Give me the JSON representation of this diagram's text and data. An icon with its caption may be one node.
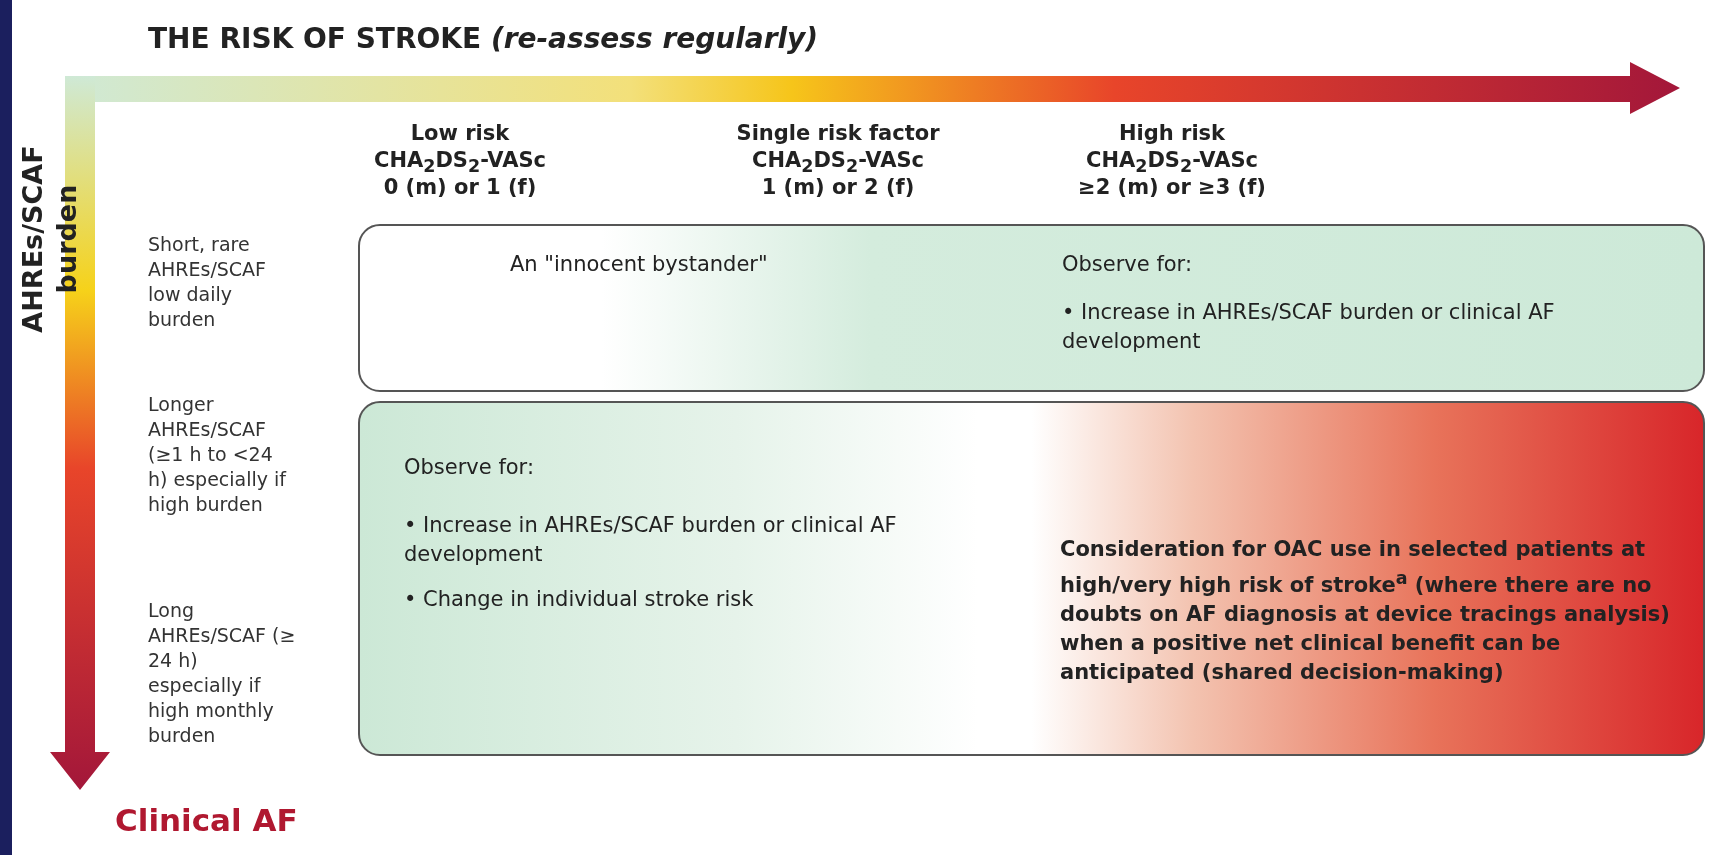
{
  "diagram": {
    "title": "THE RISK OF STROKE *(re-assess regularly)*",
    "nodes": [
      {
        "text": [
          "An \"innocent bystander\"",
          "Observe for:",
          "• Increase in AHREs/SCAF burden or clinical AF development"
        ]
      },
      {
        "text": [
          "Observe for:",
          "• Increase in AHREs/SCAF burden or clinical AF development",
          "• Change in individual stroke risk",
          "Consideration for OAC use in selected patients at high/very high risk of stroke$^{a}$ (where there are no doubts on AF diagnosis at device tracings analysis) when a positive net clinical benefit can be anticipated (shared decision-making)"
        ]
      }
    ],
    "edges": [],
    "labels": [
      "AHREs/SCAF burden",
      "Low risk",
      "Single risk factor",
      "High risk",
      "CHA$_{2}$DS$_{2}$-VASc",
      "CHA$_{2}$DS$_{2}$-VASc",
      "CHA$_{2}$DS$_{2}$-VASc",
      "0 (m) or 1 (f)",
      "1 (m) or 2 (f)",
      "≥2 (m) or ≥3 (f)",
      "Short, rare AHREs/SCAF low daily burden",
      "Longer AHREs/SCAF (≥1 h to <24 h) especially if high burden",
      "Long AHREs/SCAF (≥ 24 h) especially if high monthly burden",
      "Clinical AF"
    ]
  }
}
